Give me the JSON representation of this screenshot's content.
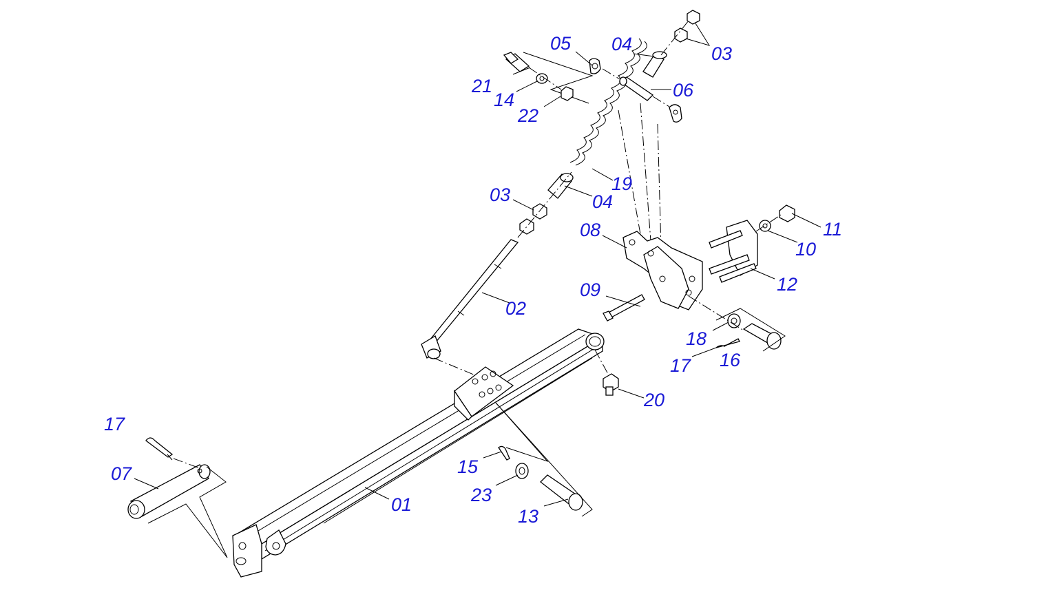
{
  "colors": {
    "label": "#1a1ad6",
    "line": "#000000",
    "background": "#ffffff"
  },
  "labels": {
    "l01": "01",
    "l02": "02",
    "l03a": "03",
    "l03b": "03",
    "l04a": "04",
    "l04b": "04",
    "l05": "05",
    "l06": "06",
    "l07": "07",
    "l08": "08",
    "l09": "09",
    "l10": "10",
    "l11": "11",
    "l12": "12",
    "l13": "13",
    "l14": "14",
    "l15": "15",
    "l16": "16",
    "l17a": "17",
    "l17b": "17",
    "l18": "18",
    "l19": "19",
    "l20": "20",
    "l21": "21",
    "l22": "22",
    "l23": "23"
  }
}
